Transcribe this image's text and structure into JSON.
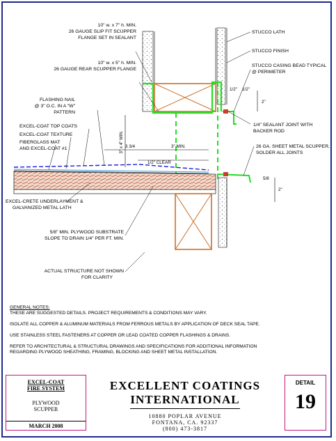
{
  "labels": {
    "slip_scupper": [
      "10\" w. x 7\" h. MIN.",
      "26 GAUGE SLIP FIT SCUPPER",
      "FLANGE SET IN SEALANT"
    ],
    "rear_scupper": [
      "10\" w. x 5\" h. MIN.",
      "26 GAUGE REAR SCUPPER FLANGE"
    ],
    "flashing_nail": [
      "FLASHING NAIL",
      "@ 3\" O.C. IN A \"W\"",
      "PATTERN"
    ],
    "top_coats": "EXCEL-COAT TOP COATS",
    "texture": "EXCEL-COAT TEXTURE",
    "fiberglass": [
      "FIBERGLASS MAT",
      "AND EXCEL-COAT #1"
    ],
    "underlayment": [
      "EXCEL-CRETE UNDERLAYMENT &",
      "GALVANIZED METAL LATH"
    ],
    "plywood": [
      "5/8\" MIN. PLYWOOD SUBSTRATE",
      "SLOPE TO DRAIN 1/4\" PER FT. MIN."
    ],
    "actual_structure": [
      "ACTUAL STRUCTURE NOT SHOWN",
      "FOR CLARITY"
    ],
    "stucco_lath": "STUCCO LATH",
    "stucco_finish": "STUCCO FINISH",
    "casing_bead": [
      "STUCCO CASING BEAD TYPICAL",
      "@ PERIMETER"
    ],
    "sealant_joint": [
      "1/4\" SEALANT JOINT WITH",
      "BACKER ROD"
    ],
    "sheet_metal_scupper": [
      "26 GA. SHEET METAL SCUPPER,",
      "SOLDER ALL JOINTS"
    ],
    "dim_3_4_min": "3\" x 4\" MIN.",
    "dim_3_3_4": "3 3/4",
    "dim_3_min": "3\" MIN.",
    "dim_half_clear": "1/2\" CLEAR",
    "dim_half_a": "1/2\"",
    "dim_half_b": "1/2\"",
    "dim_2_top": "2\"",
    "dim_2_bottom": "2\"",
    "dim_5_8": "5/8"
  },
  "notes": {
    "heading": "GENERAL NOTES:",
    "line1": "THESE ARE SUGGESTED DETAILS. PROJECT REQUIREMENTS & CONDITIONS MAY VARY.",
    "line2": "ISOLATE ALL COPPER & ALUMINUM MATERIALS FROM FERROUS METALS BY APPLICATION OF DECK SEAL TAPE.",
    "line3": "USE STAINLESS STEEL FASTENERS AT COPPER OR LEAD COATED COPPER FLASHINGS & DRAINS.",
    "line4": "REFER TO ARCHITECTURAL & STRUCTURAL DRAWINGS AND SPECIFICATIONS FOR ADDITIONAL INFORMATION",
    "line5": "REGARDING PLYWOOD SHEATHING, FRAMING, BLOCKING AND SHEET METAL INSTALLATION."
  },
  "title_block": {
    "system_line1": "EXCEL-COAT",
    "system_line2": "FIRE SYSTEM",
    "detail_name1": "PLYWOOD",
    "detail_name2": "SCUPPER",
    "date": "MARCH 2008",
    "company_line1": "EXCELLENT COATINGS",
    "company_line2": "INTERNATIONAL",
    "address": "10880 POPLAR AVENUE",
    "city": "FONTANA, CA. 92337",
    "phone": "(800) 473-3817",
    "detail_label": "DETAIL",
    "detail_number": "19"
  },
  "colors": {
    "border": "#1a2a8a",
    "accent": "#c2187a",
    "flashing": "#22dd22",
    "wood": "#c8702a"
  }
}
